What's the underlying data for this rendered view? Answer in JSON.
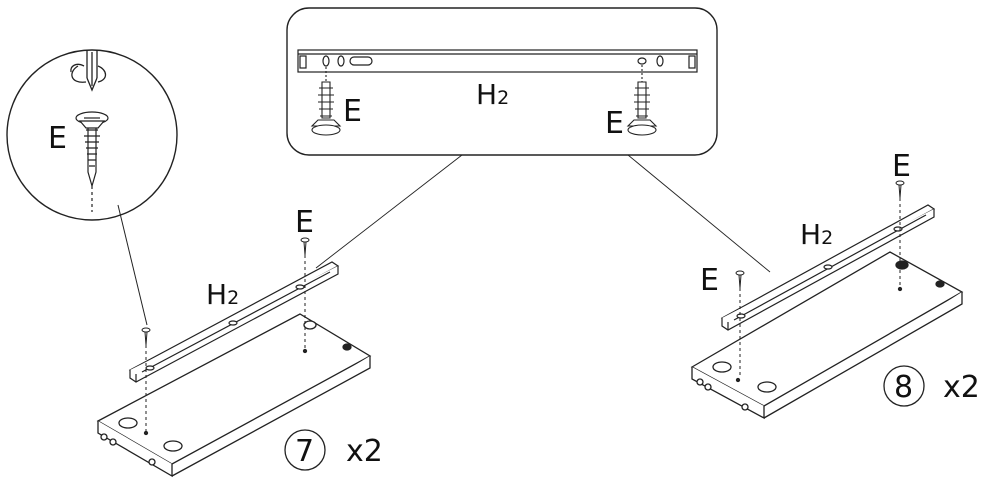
{
  "labels": {
    "screw": "E",
    "rail": "H",
    "rail_sub": "2",
    "step7": "7",
    "step8": "8",
    "qty": "x2"
  },
  "icons": [
    "magnifier-screw-detail",
    "callout-rail-detail",
    "screw",
    "rail",
    "board",
    "step-number-circle"
  ]
}
